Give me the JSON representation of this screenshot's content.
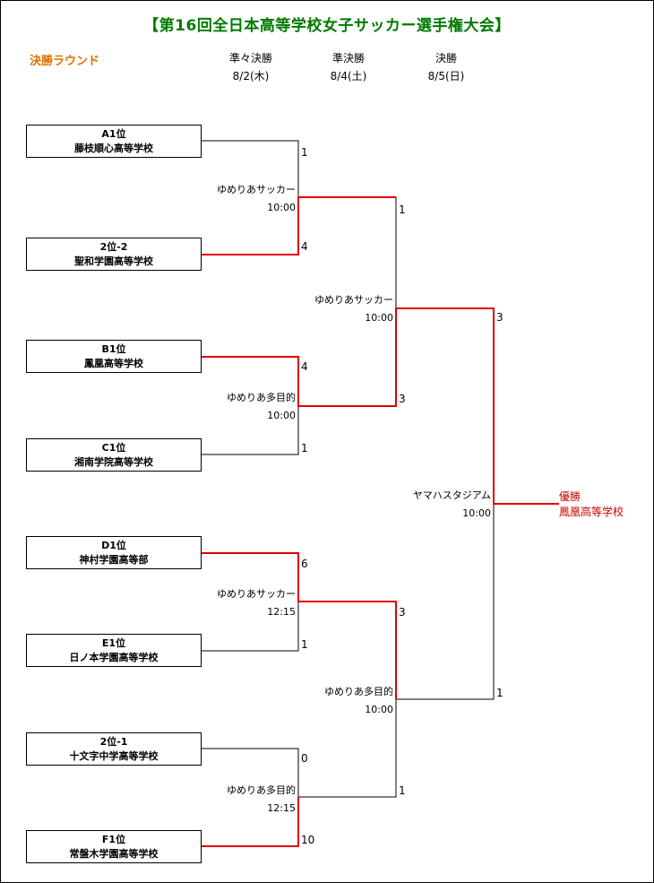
{
  "title": "【第16回全日本高等学校女子サッカー選手権大会】",
  "round_label": "決勝ラウンド",
  "columns": [
    {
      "name": "準々決勝",
      "date": "8/2(木)"
    },
    {
      "name": "準決勝",
      "date": "8/4(土)"
    },
    {
      "name": "決勝",
      "date": "8/5(日)"
    }
  ],
  "teams": [
    {
      "seed": "A1位",
      "name": "藤枝順心高等学校"
    },
    {
      "seed": "2位-2",
      "name": "聖和学園高等学校"
    },
    {
      "seed": "B1位",
      "name": "鳳凰高等学校"
    },
    {
      "seed": "C1位",
      "name": "湘南学院高等学校"
    },
    {
      "seed": "D1位",
      "name": "神村学園高等部"
    },
    {
      "seed": "E1位",
      "name": "日ノ本学園高等学校"
    },
    {
      "seed": "2位-1",
      "name": "十文字中学高等学校"
    },
    {
      "seed": "F1位",
      "name": "常盤木学園高等学校"
    }
  ],
  "matches": {
    "qf1": {
      "venue": "ゆめりあサッカー",
      "time": "10:00",
      "score_top": "1",
      "score_bottom": "4"
    },
    "qf2": {
      "venue": "ゆめりあ多目的",
      "time": "10:00",
      "score_top": "4",
      "score_bottom": "1"
    },
    "qf3": {
      "venue": "ゆめりあサッカー",
      "time": "12:15",
      "score_top": "6",
      "score_bottom": "1"
    },
    "qf4": {
      "venue": "ゆめりあ多目的",
      "time": "12:15",
      "score_top": "0",
      "score_bottom": "10"
    },
    "sf1": {
      "venue": "ゆめりあサッカー",
      "time": "10:00",
      "score_top": "1",
      "score_bottom": "3"
    },
    "sf2": {
      "venue": "ゆめりあ多目的",
      "time": "10:00",
      "score_top": "3",
      "score_bottom": "1"
    },
    "final": {
      "venue": "ヤマハスタジアム",
      "time": "10:00",
      "score_top": "3",
      "score_bottom": "1"
    }
  },
  "champion": {
    "label": "優勝",
    "name": "鳳凰高等学校"
  },
  "colors": {
    "winner_line": "#e00000",
    "loser_line": "#000000",
    "title": "#007a00",
    "round_label": "#e07000",
    "champion": "#cc0000"
  }
}
